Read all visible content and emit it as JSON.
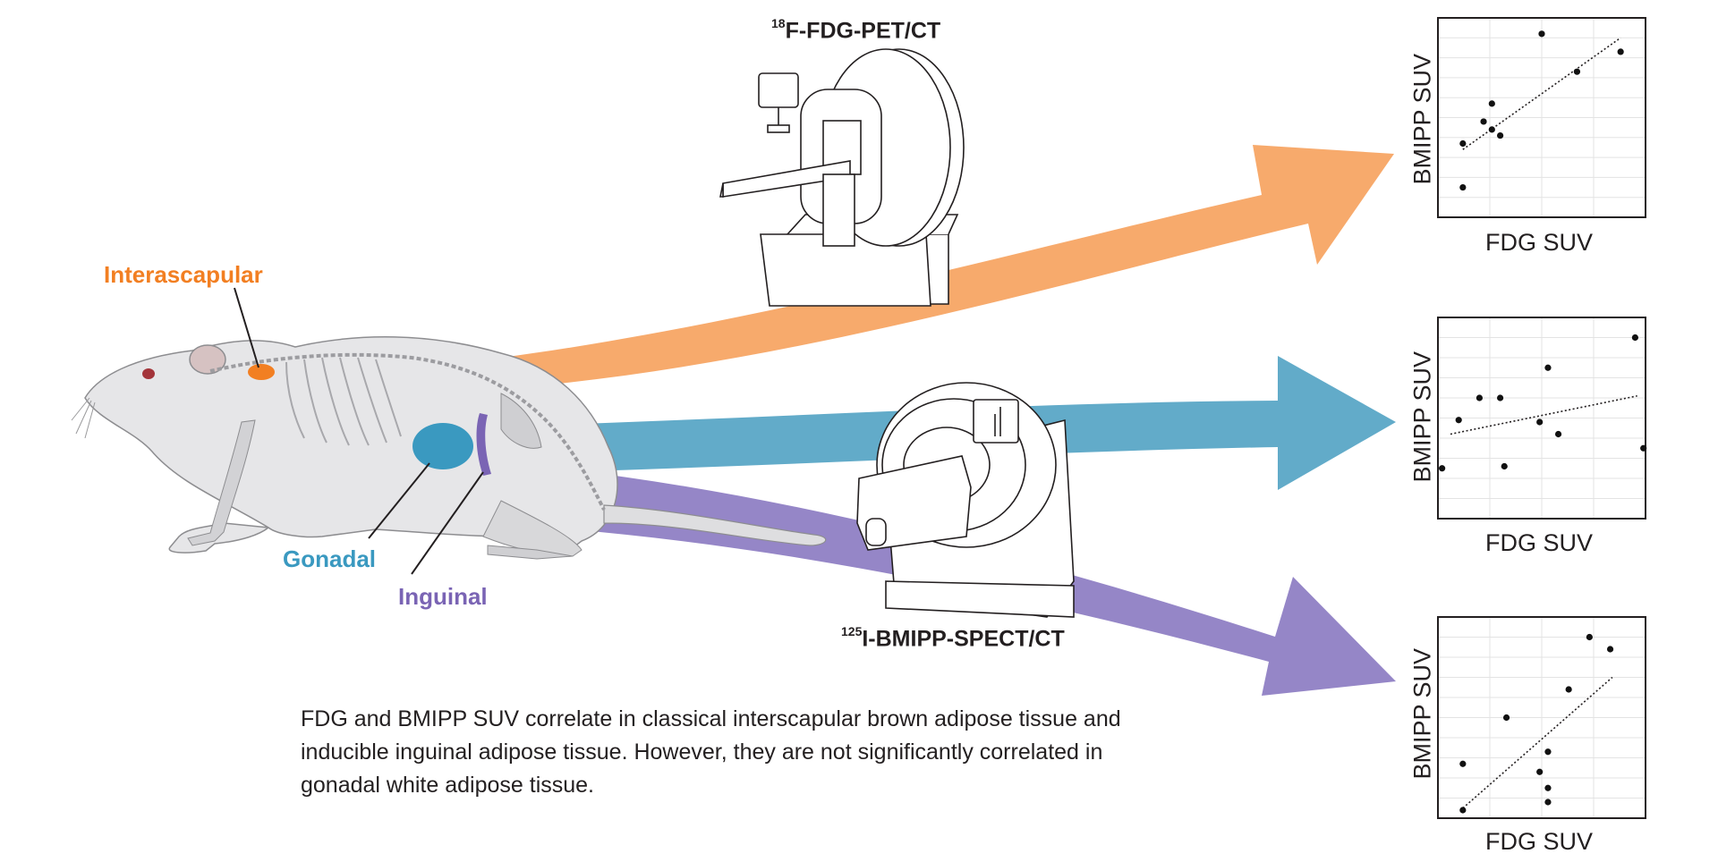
{
  "labels": {
    "interscapular": "Interascapular",
    "gonadal": "Gonadal",
    "inguinal": "Inguinal"
  },
  "modalities": {
    "pet": {
      "isotope": "18",
      "name": "F-FDG-PET/CT"
    },
    "spect": {
      "isotope": "125",
      "name": "I-BMIPP-SPECT/CT"
    }
  },
  "caption": "FDG and BMIPP SUV correlate in classical interscapular brown adipose tissue and inducible inguinal adipose tissue. However, they are not significantly correlated in gonadal white adipose tissue.",
  "colors": {
    "interscapular": "#f7a564",
    "interscapular_text": "#f27f22",
    "gonadal": "#5aa6c6",
    "gonadal_text": "#3a99c0",
    "inguinal": "#8f80c4",
    "inguinal_text": "#7a64b4"
  },
  "chart_data": [
    {
      "type": "scatter",
      "tissue": "interscapular",
      "xlabel": "FDG SUV",
      "ylabel": "BMIPP SUV",
      "xlim": [
        0,
        10
      ],
      "ylim": [
        0,
        10
      ],
      "points": [
        [
          1.2,
          1.5
        ],
        [
          1.2,
          3.7
        ],
        [
          2.2,
          4.8
        ],
        [
          2.6,
          5.7
        ],
        [
          2.6,
          4.4
        ],
        [
          3.0,
          4.1
        ],
        [
          5.0,
          9.2
        ],
        [
          6.7,
          7.3
        ],
        [
          8.8,
          8.3
        ]
      ],
      "trendline": [
        [
          1.2,
          3.4
        ],
        [
          8.8,
          9.0
        ]
      ]
    },
    {
      "type": "scatter",
      "tissue": "gonadal",
      "xlabel": "FDG SUV",
      "ylabel": "BMIPP SUV",
      "xlim": [
        0,
        10
      ],
      "ylim": [
        0,
        10
      ],
      "points": [
        [
          0.2,
          2.5
        ],
        [
          1.0,
          4.9
        ],
        [
          2.0,
          6.0
        ],
        [
          3.0,
          6.0
        ],
        [
          3.2,
          2.6
        ],
        [
          4.9,
          4.8
        ],
        [
          5.3,
          7.5
        ],
        [
          5.8,
          4.2
        ],
        [
          9.5,
          9.0
        ],
        [
          9.9,
          3.5
        ]
      ],
      "trendline": [
        [
          0.6,
          4.2
        ],
        [
          9.6,
          6.1
        ]
      ]
    },
    {
      "type": "scatter",
      "tissue": "inguinal",
      "xlabel": "FDG SUV",
      "ylabel": "BMIPP SUV",
      "xlim": [
        0,
        10
      ],
      "ylim": [
        0,
        10
      ],
      "points": [
        [
          1.2,
          0.4
        ],
        [
          1.2,
          2.7
        ],
        [
          3.3,
          5.0
        ],
        [
          4.9,
          2.3
        ],
        [
          5.3,
          1.5
        ],
        [
          5.3,
          3.3
        ],
        [
          5.3,
          0.8
        ],
        [
          6.3,
          6.4
        ],
        [
          7.3,
          9.0
        ],
        [
          8.3,
          8.4
        ]
      ],
      "trendline": [
        [
          1.2,
          0.5
        ],
        [
          8.4,
          7.0
        ]
      ]
    }
  ]
}
